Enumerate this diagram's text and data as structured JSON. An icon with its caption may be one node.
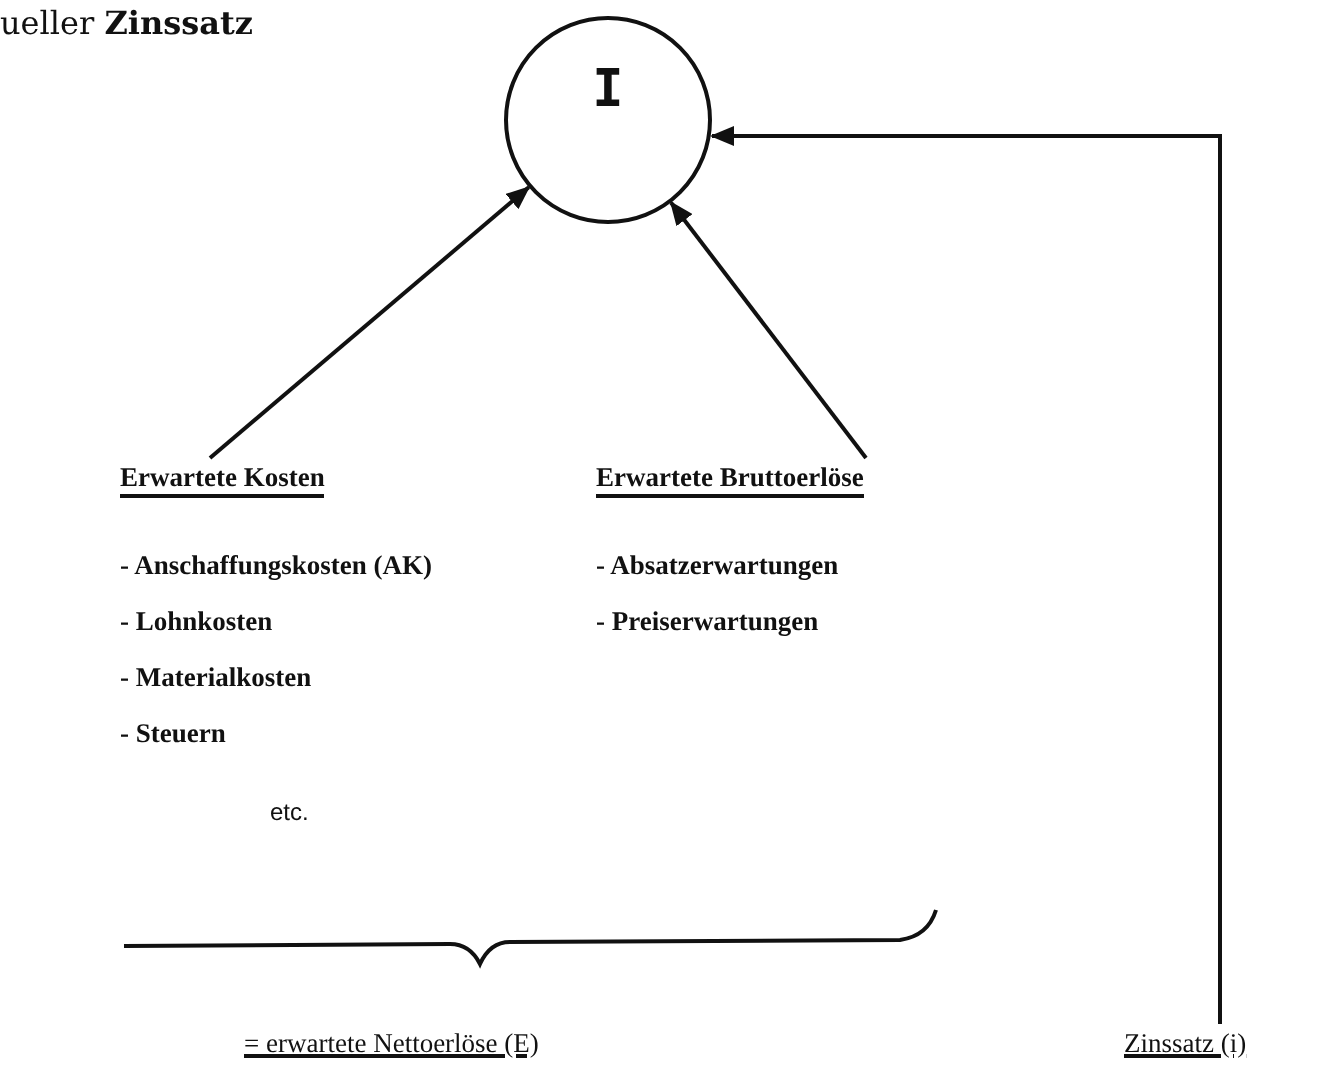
{
  "diagram": {
    "title": "ueller **Zinssatz**",
    "nodes": [
      {
        "text": [
          "I"
        ]
      },
      {
        "text": [
          "Erwartete Kosten",
          "- Anschaffungskosten (AK)",
          "- Lohnkosten",
          "- Materialkosten",
          "- Steuern",
          "etc."
        ]
      },
      {
        "text": [
          "Erwartete Bruttoerlöse",
          "- Absatzerwartungen",
          "- Preiserwartungen"
        ]
      },
      {
        "text": [
          "Zinssatz (i)"
        ]
      }
    ],
    "edges": [
      {
        "from": 1,
        "to": 0,
        "arrow": "to"
      },
      {
        "from": 2,
        "to": 0,
        "arrow": "to"
      },
      {
        "from": 3,
        "to": 0,
        "arrow": "to"
      }
    ],
    "labels": [
      "= erwartete Nettoerlöse (E)"
    ]
  }
}
